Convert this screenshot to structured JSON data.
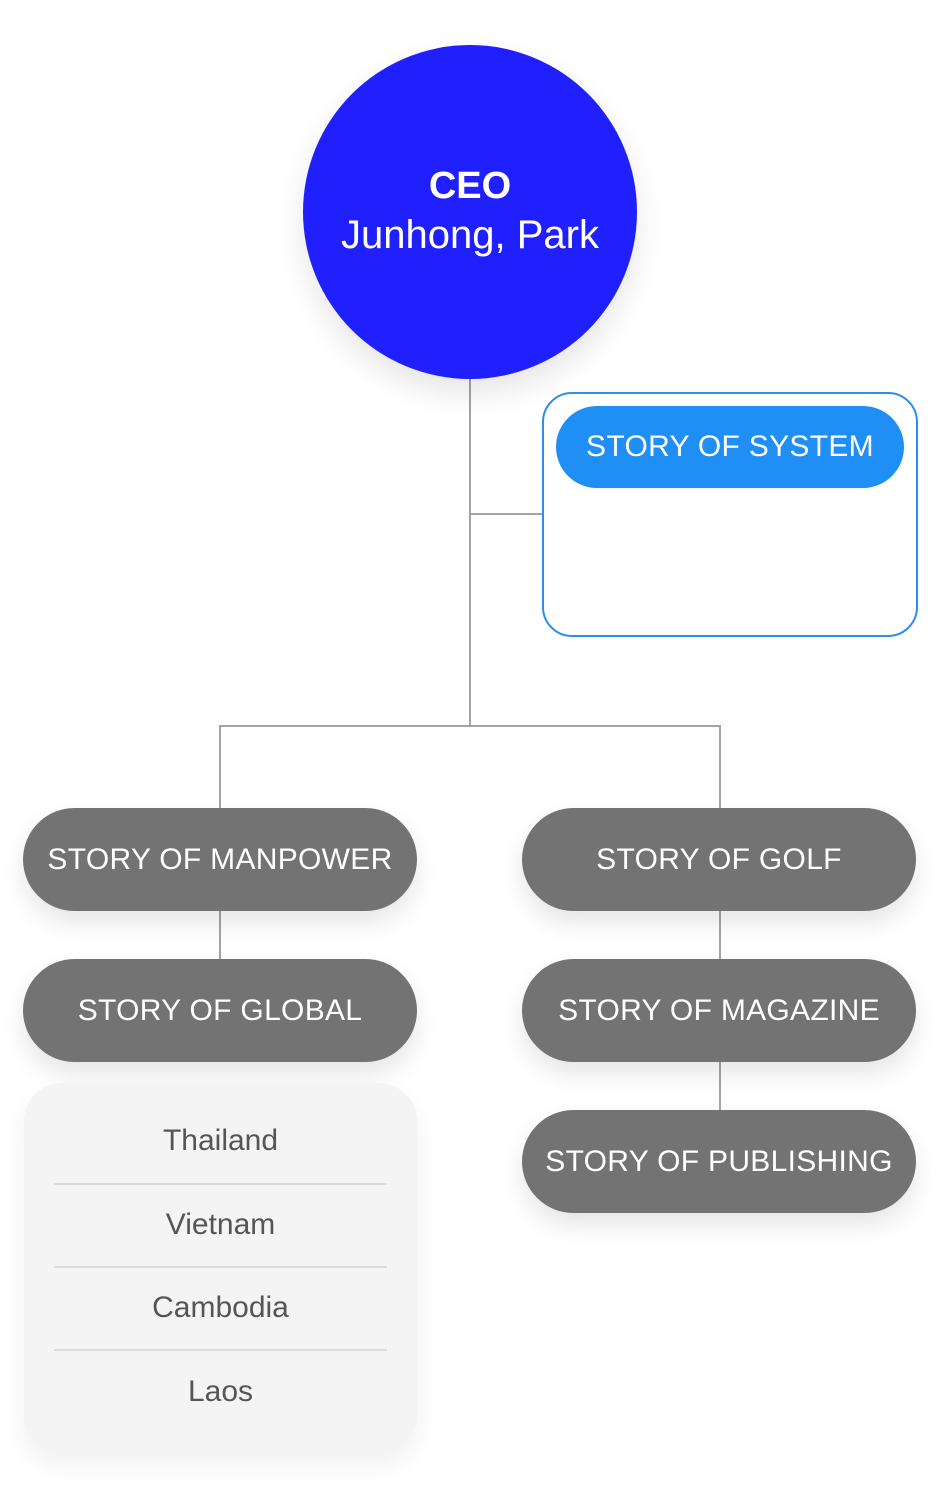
{
  "ceo": {
    "role": "CEO",
    "name": "Junhong, Park",
    "color": "#2020ff"
  },
  "system": {
    "label": "STORY OF SYSTEM",
    "color": "#1f8ff5",
    "border_color": "#2e8ef0"
  },
  "left_branch": {
    "manpower": "STORY OF MANPOWER",
    "global": "STORY OF GLOBAL",
    "countries": [
      "Thailand",
      "Vietnam",
      "Cambodia",
      "Laos"
    ]
  },
  "right_branch": {
    "golf": "STORY OF GOLF",
    "magazine": "STORY OF MAGAZINE",
    "publishing": "STORY OF PUBLISHING"
  },
  "colors": {
    "node_gray": "#737373",
    "connector": "#a3a3a3",
    "panel_bg": "#f4f4f4"
  }
}
